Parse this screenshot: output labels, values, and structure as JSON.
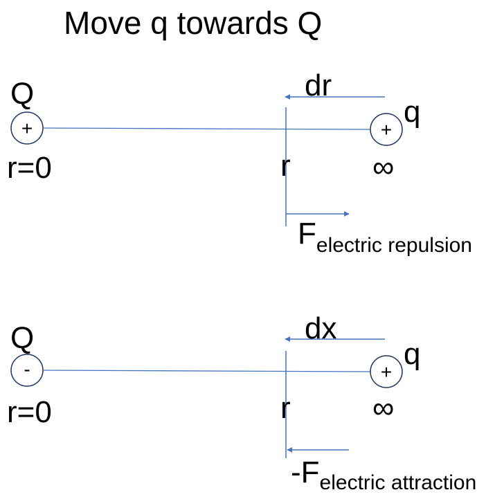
{
  "title": "Move q towards Q",
  "colors": {
    "line": "#4472C4",
    "text": "#000000"
  },
  "panels": [
    {
      "source_label": "Q",
      "source_sign": "+",
      "source_position_label": "r=0",
      "test_label": "q",
      "test_sign": "+",
      "test_position_label": "∞",
      "step_label": "dr",
      "point_label": "r",
      "force_main": "F",
      "force_subscript": "electric repulsion",
      "force_direction": "right"
    },
    {
      "source_label": "Q",
      "source_sign": "-",
      "source_position_label": "r=0",
      "test_label": "q",
      "test_sign": "+",
      "test_position_label": "∞",
      "step_label": "dx",
      "point_label": "r",
      "force_main": "-F",
      "force_subscript": "electric attraction",
      "force_direction": "left"
    }
  ]
}
